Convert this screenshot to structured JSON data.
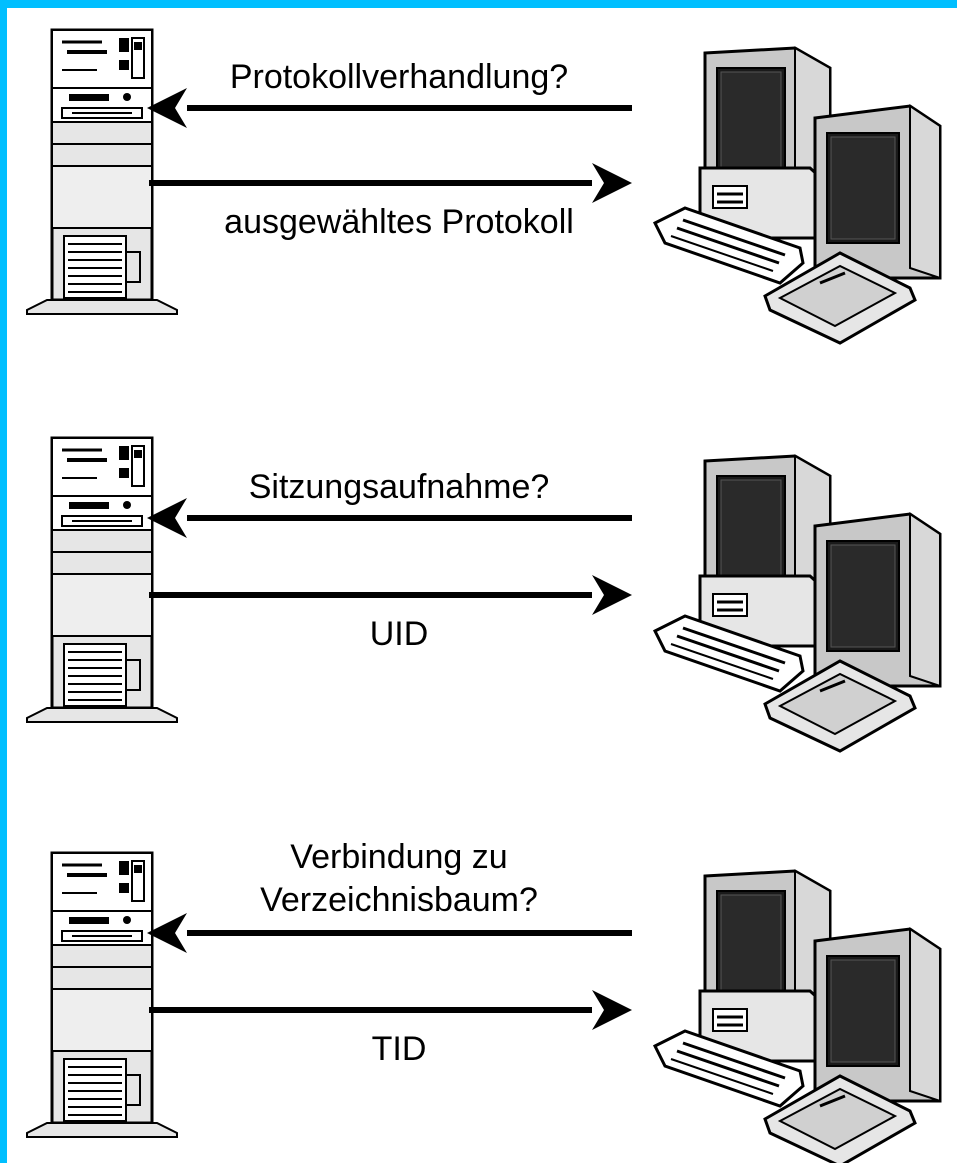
{
  "colors": {
    "border": "#00bfff",
    "background": "#ffffff",
    "ink": "#000000",
    "light_gray": "#e6e6e6",
    "mid_gray": "#c8c8c8",
    "screen": "#1a1a1a"
  },
  "icons": {
    "server": "server-tower-icon",
    "client": "workstation-icon"
  },
  "exchanges": [
    {
      "request_lines": [
        "Protokollverhandlung?"
      ],
      "response": "ausgewähltes Protokoll"
    },
    {
      "request_lines": [
        "Sitzungsaufnahme?"
      ],
      "response": "UID"
    },
    {
      "request_lines": [
        "Verbindung zu",
        "Verzeichnisbaum?"
      ],
      "response": "TID"
    }
  ]
}
